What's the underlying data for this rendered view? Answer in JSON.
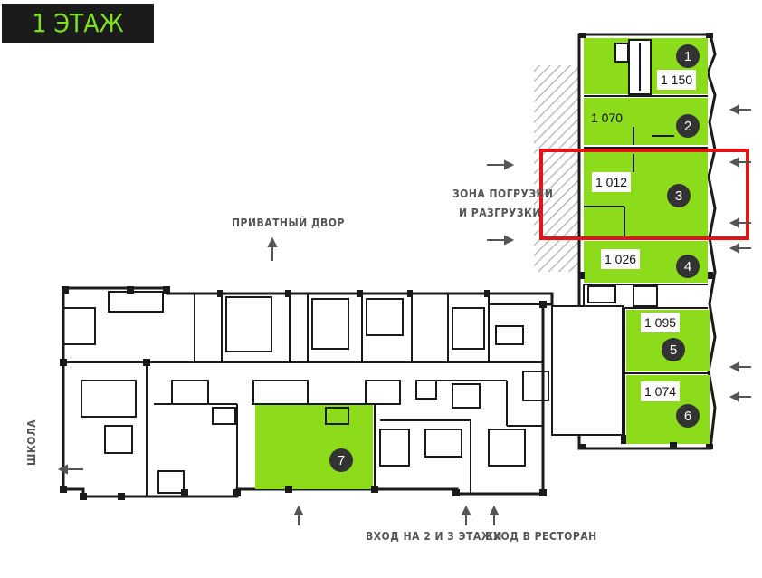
{
  "floor_badge": {
    "text": "1 ЭТАЖ",
    "color": "#7ee21f",
    "bg": "#1b1b1b"
  },
  "colors": {
    "unit_fill": "#8ddc1c",
    "wall": "#1a1a1a",
    "highlight": "#e3131a",
    "outline": "#888888"
  },
  "units": [
    {
      "number": "1",
      "area": "1 150"
    },
    {
      "number": "2",
      "area": "1 070"
    },
    {
      "number": "3",
      "area": "1 012",
      "highlighted": true
    },
    {
      "number": "4",
      "area": "1 026"
    },
    {
      "number": "5",
      "area": "1 095"
    },
    {
      "number": "6",
      "area": "1 074"
    },
    {
      "number": "7",
      "area": ""
    }
  ],
  "labels": {
    "loading_line1": "ЗОНА ПОГРУЗКИ",
    "loading_line2": "И РАЗГРУЗКИ",
    "private_yard": "ПРИВАТНЫЙ ДВОР",
    "school": "ШКОЛА",
    "entrance_floors": "ВХОД НА 2 И 3 ЭТАЖИ",
    "entrance_restaurant": "ВХОД В РЕСТОРАН"
  }
}
